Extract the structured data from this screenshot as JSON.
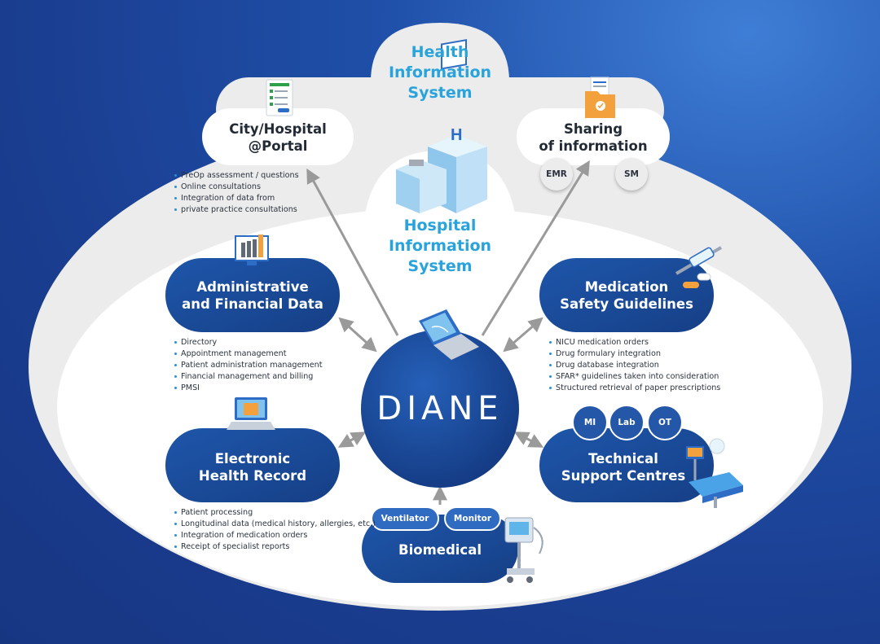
{
  "top": {
    "title_lines": [
      "Health",
      "Information",
      "System"
    ]
  },
  "center": {
    "title_lines": [
      "Hospital",
      "Information",
      "System"
    ],
    "logo": "DIANE"
  },
  "portal": {
    "title_lines": [
      "City/Hospital",
      "@Portal"
    ],
    "bullets": [
      "PreOp assessment / questions",
      "Online consultations",
      "Integration of data from",
      "private practice consultations"
    ]
  },
  "sharing": {
    "title_lines": [
      "Sharing",
      "of information"
    ],
    "badges": [
      "EMR",
      "SM"
    ]
  },
  "admin": {
    "title_lines": [
      "Administrative",
      "and Financial Data"
    ],
    "bullets": [
      "Directory",
      "Appointment management",
      "Patient administration management",
      "Financial management and billing",
      "PMSI"
    ]
  },
  "medication": {
    "title_lines": [
      "Medication",
      "Safety Guidelines"
    ],
    "bullets": [
      "NICU medication orders",
      "Drug formulary integration",
      "Drug database integration",
      "SFAR* guidelines taken into consideration",
      "Structured retrieval of paper prescriptions"
    ]
  },
  "ehr": {
    "title_lines": [
      "Electronic",
      "Health Record"
    ],
    "bullets": [
      "Patient processing",
      "Longitudinal data (medical history, allergies, etc.)",
      "Integration of medication orders",
      "Receipt of specialist reports"
    ]
  },
  "technical": {
    "title_lines": [
      "Technical",
      "Support Centres"
    ],
    "badges": [
      "MI",
      "Lab",
      "OT"
    ]
  },
  "biomedical": {
    "title": "Biomedical",
    "tabs": [
      "Ventilator",
      "Monitor"
    ]
  },
  "colors": {
    "pill_blue": "#1b4d9b",
    "accent_blue": "#29a3dc",
    "arrow_grey": "#9a9a9a",
    "shape_light": "#ececec",
    "shape_white": "#ffffff"
  },
  "icons": [
    "form-checklist-icon",
    "folder-document-icon",
    "hospital-building-icon",
    "server-rack-icon",
    "laptop-icon",
    "syringe-pills-icon",
    "laptop-document-icon",
    "operating-table-icon",
    "ventilator-machine-icon"
  ]
}
